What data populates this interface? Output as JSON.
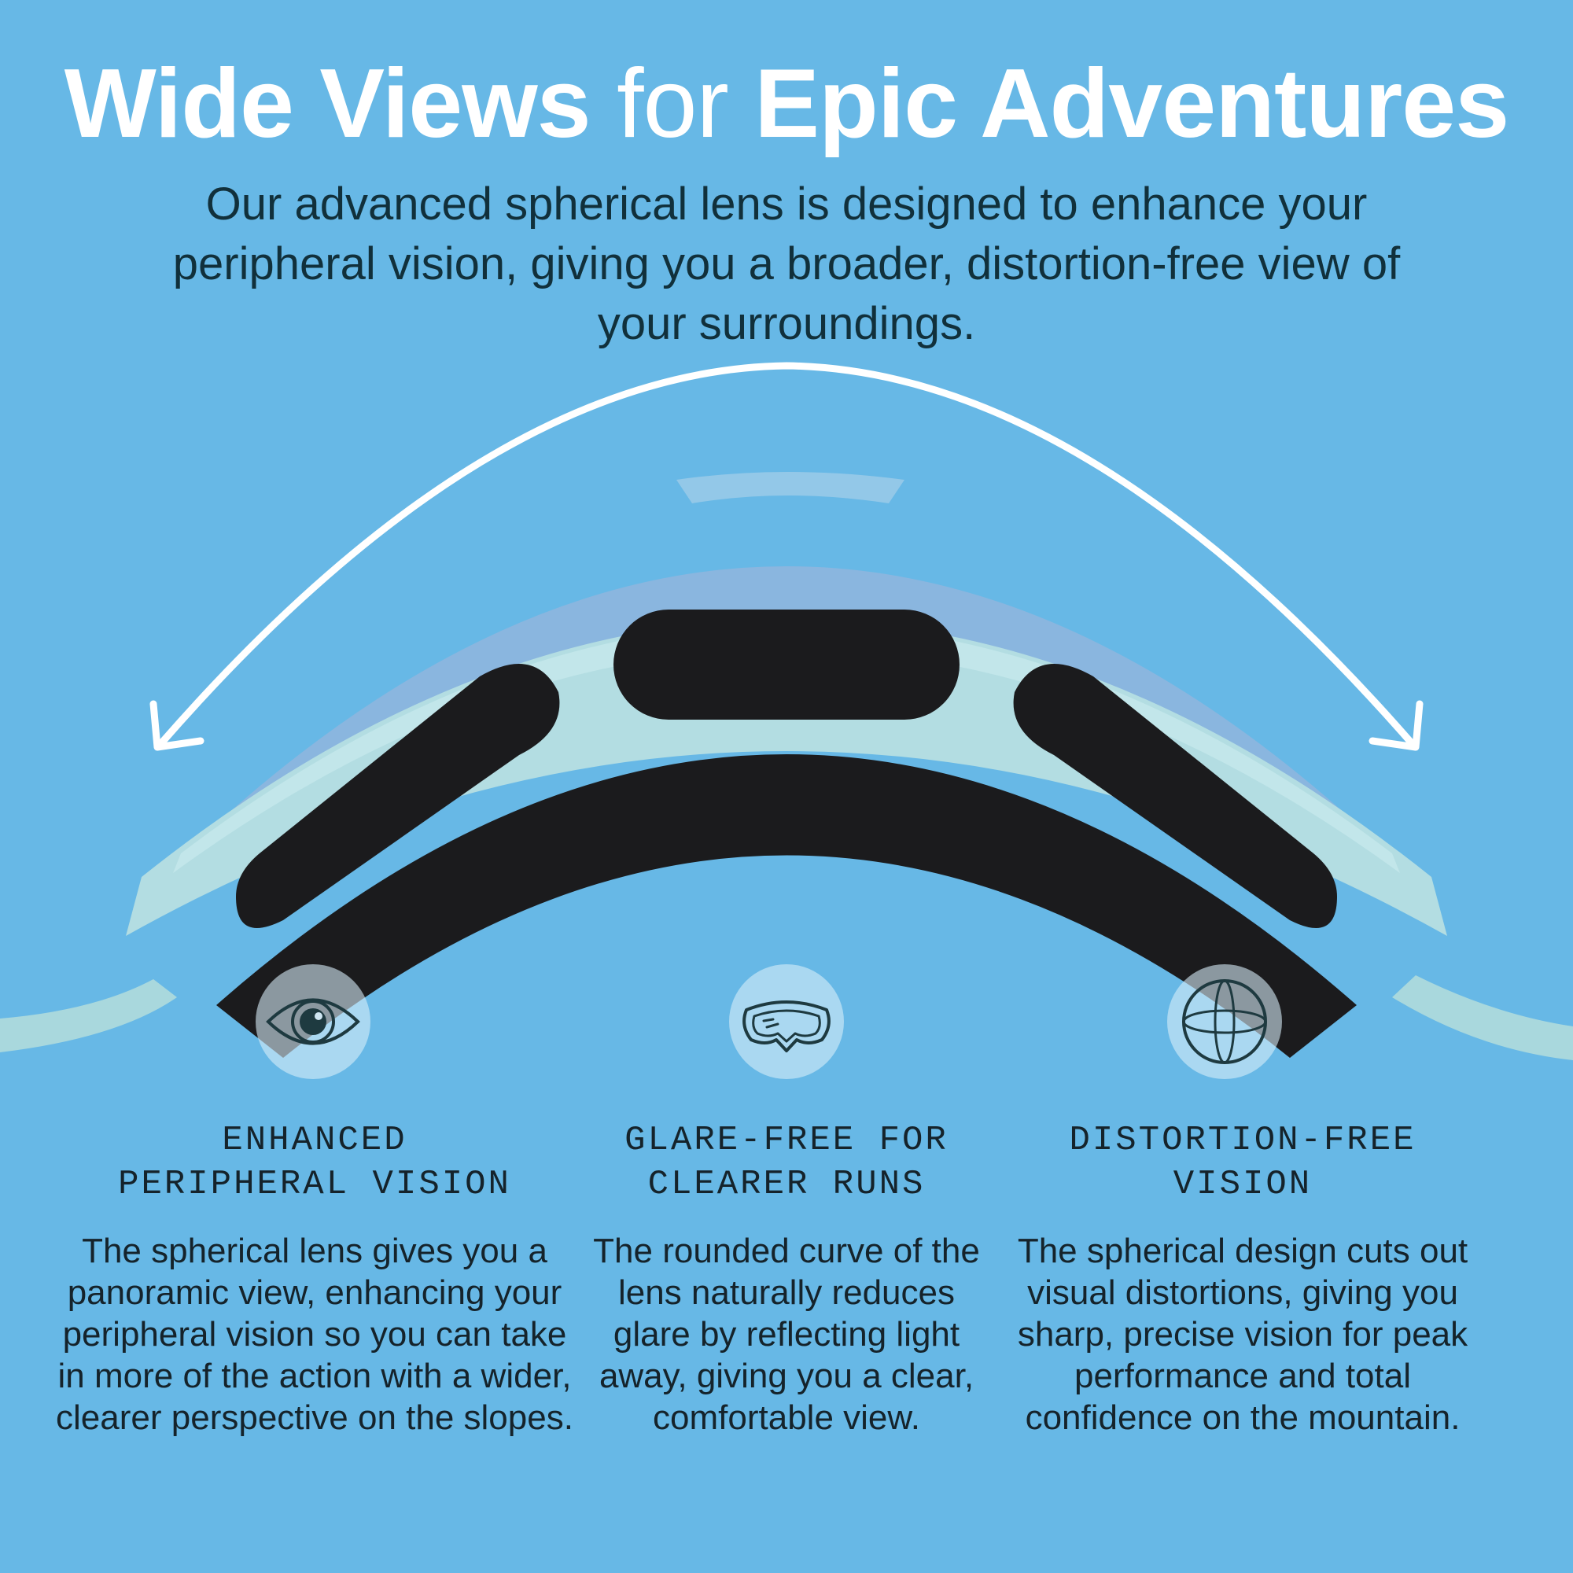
{
  "header": {
    "title_part1": "Wide Views",
    "title_part2": "for",
    "title_part3": "Epic Adventures",
    "subtitle": "Our advanced spherical lens is designed to enhance your peripheral vision, giving you a broader, distortion-free view of your surroundings."
  },
  "colors": {
    "background": "#67b8e6",
    "frame": "#b3dde2",
    "foam": "#1b1b1d",
    "lens": "#8ab6df",
    "arrow": "#ffffff",
    "text_dark": "#15232b"
  },
  "features": [
    {
      "icon": "eye-icon",
      "title": "ENHANCED\nPERIPHERAL VISION",
      "body": "The spherical lens gives you a panoramic view, enhancing your peripheral vision so you can take in more of the action with a wider, clearer perspective on the slopes."
    },
    {
      "icon": "goggles-icon",
      "title": "GLARE-FREE FOR\nCLEARER RUNS",
      "body": "The rounded curve of the lens naturally reduces glare by reflecting light away, giving you a clear, comfortable view."
    },
    {
      "icon": "globe-icon",
      "title": "DISTORTION-FREE\nVISION",
      "body": "The spherical design cuts out visual distortions, giving you sharp, precise vision for peak performance and total confidence on the mountain."
    }
  ]
}
